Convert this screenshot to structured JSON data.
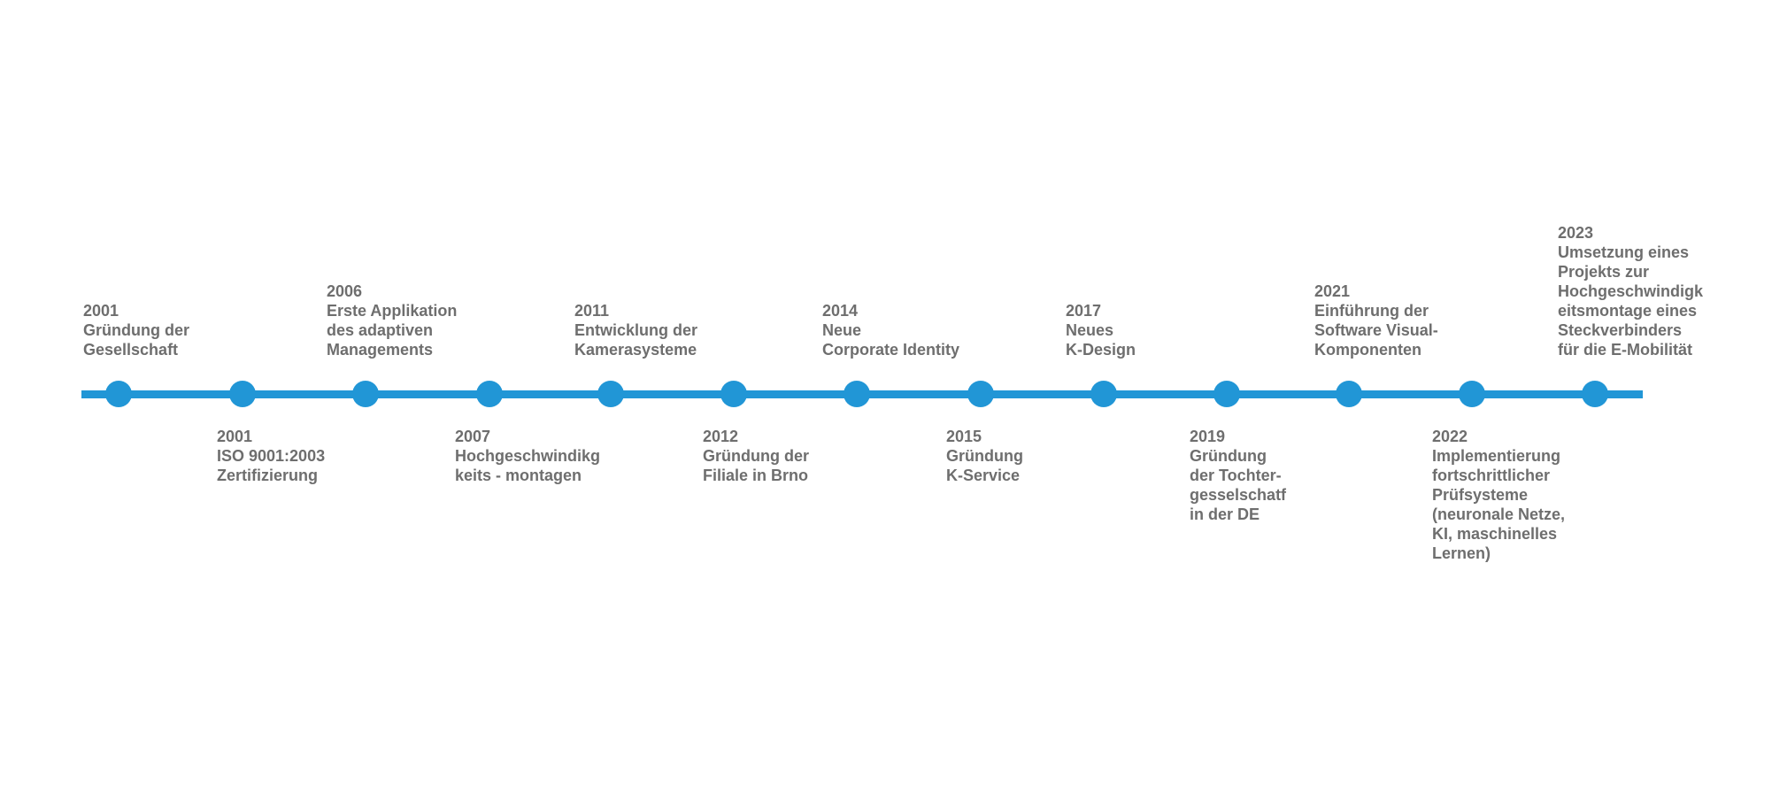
{
  "colors": {
    "accent": "#2196d6",
    "text": "#6e6e6e",
    "background": "#ffffff"
  },
  "events": [
    {
      "year": "2001",
      "lines": [
        "Gründung der",
        "Gesellschaft"
      ]
    },
    {
      "year": "2001",
      "lines": [
        "ISO 9001:2003",
        "Zertifizierung"
      ]
    },
    {
      "year": "2006",
      "lines": [
        "Erste Applikation",
        "des adaptiven",
        "Managements"
      ]
    },
    {
      "year": "2007",
      "lines": [
        "Hochgeschwindikg",
        "keits - montagen"
      ]
    },
    {
      "year": "2011",
      "lines": [
        "Entwicklung der",
        "Kamerasysteme"
      ]
    },
    {
      "year": "2012",
      "lines": [
        "Gründung der",
        "Filiale in Brno"
      ]
    },
    {
      "year": "2014",
      "lines": [
        "Neue",
        "Corporate Identity"
      ]
    },
    {
      "year": "2015",
      "lines": [
        "Gründung",
        "K-Service"
      ]
    },
    {
      "year": "2017",
      "lines": [
        "Neues",
        "K-Design"
      ]
    },
    {
      "year": "2019",
      "lines": [
        "Gründung",
        "der Tochter-",
        "gesselschatf",
        "in der DE"
      ]
    },
    {
      "year": "2021",
      "lines": [
        "Einführung der",
        "Software Visual-",
        "Komponenten"
      ]
    },
    {
      "year": "2022",
      "lines": [
        "Implementierung",
        "fortschrittlicher",
        "Prüfsysteme",
        "(neuronale Netze,",
        "KI, maschinelles",
        "Lernen)"
      ]
    },
    {
      "year": "2023",
      "lines": [
        "Umsetzung eines",
        "Projekts zur",
        "Hochgeschwindigk",
        "eitsmontage eines",
        "Steckverbinders",
        "für die E-Mobilität"
      ]
    }
  ]
}
